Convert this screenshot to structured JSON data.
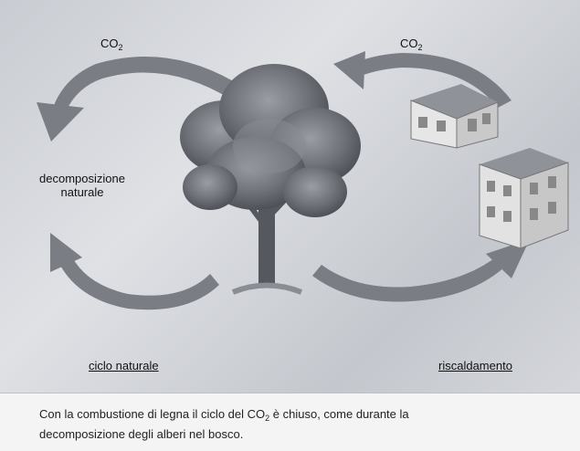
{
  "diagram": {
    "labels": {
      "co2_left": "CO",
      "co2_left_sub": "2",
      "co2_right": "CO",
      "co2_right_sub": "2",
      "decomposition_line1": "decomposizione",
      "decomposition_line2": "naturale",
      "natural_cycle": "ciclo naturale",
      "heating": "riscaldamento"
    },
    "caption": {
      "part1": "Con la combustione di legna il ciclo del CO",
      "sub": "2",
      "part2": " è chiuso, come durante la",
      "line2": "decomposizione degli alberi nel bosco."
    },
    "colors": {
      "arrow": "#6e7178",
      "tree_foliage": "#6f7278",
      "house_wall": "#d9d9d9",
      "background": "#d0d3d8"
    },
    "icons": [
      "tree-icon",
      "house-icon",
      "apartment-building-icon",
      "cycle-arrow-icon"
    ]
  }
}
